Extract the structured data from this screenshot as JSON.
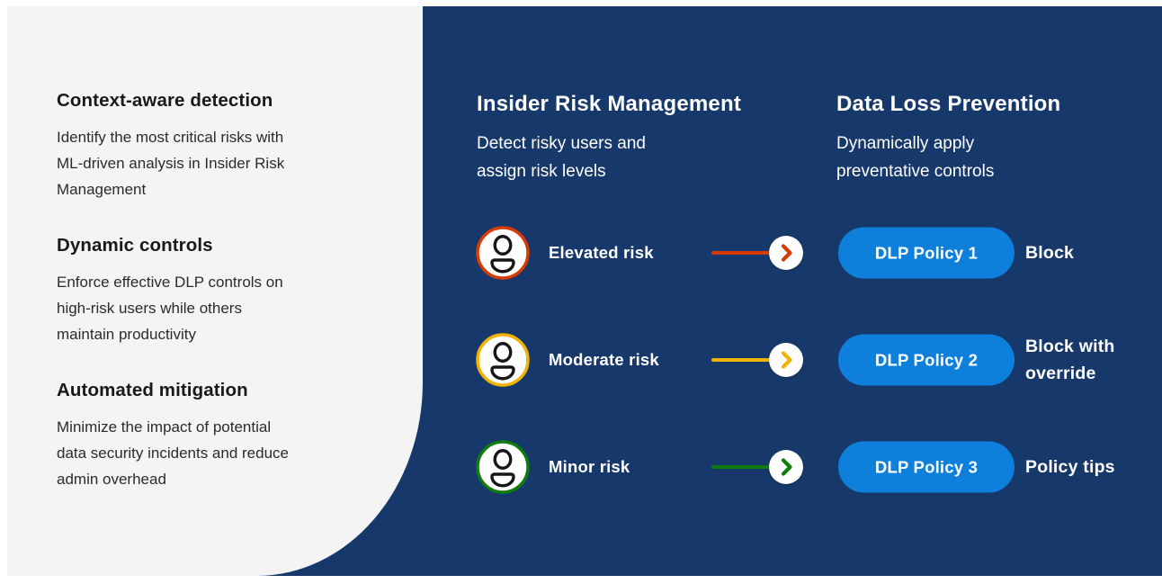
{
  "colors": {
    "page_background": "#ffffff",
    "panel_light": "#f4f4f4",
    "panel_dark": "#17386a",
    "policy_pill_blue": "#0e80dc",
    "elevated_red": "#d83b01",
    "moderate_yellow": "#f2b200",
    "minor_green": "#107c10"
  },
  "left_panel": {
    "sections": [
      {
        "heading": "Context-aware detection",
        "body": "Identify the most critical risks with\nML-driven analysis in Insider Risk\nManagement"
      },
      {
        "heading": "Dynamic controls",
        "body": "Enforce effective DLP controls on\nhigh-risk users while others\nmaintain productivity"
      },
      {
        "heading": "Automated mitigation",
        "body": "Minimize the impact of potential\ndata security incidents and reduce\nadmin overhead"
      }
    ]
  },
  "right_panel": {
    "irm_column": {
      "title": "Insider Risk Management",
      "subtitle": "Detect risky users and\nassign risk levels"
    },
    "dlp_column": {
      "title": "Data Loss Prevention",
      "subtitle": "Dynamically apply\npreventative controls"
    },
    "rows": [
      {
        "risk_label": "Elevated risk",
        "policy_label": "DLP Policy 1",
        "outcome_label": "Block",
        "color": "#d83b01",
        "icon": "person-icon"
      },
      {
        "risk_label": "Moderate risk",
        "policy_label": "DLP Policy 2",
        "outcome_label": "Block with\noverride",
        "color": "#f2b200",
        "icon": "person-icon"
      },
      {
        "risk_label": "Minor risk",
        "policy_label": "DLP Policy 3",
        "outcome_label": "Policy tips",
        "color": "#107c10",
        "icon": "person-icon"
      }
    ]
  }
}
